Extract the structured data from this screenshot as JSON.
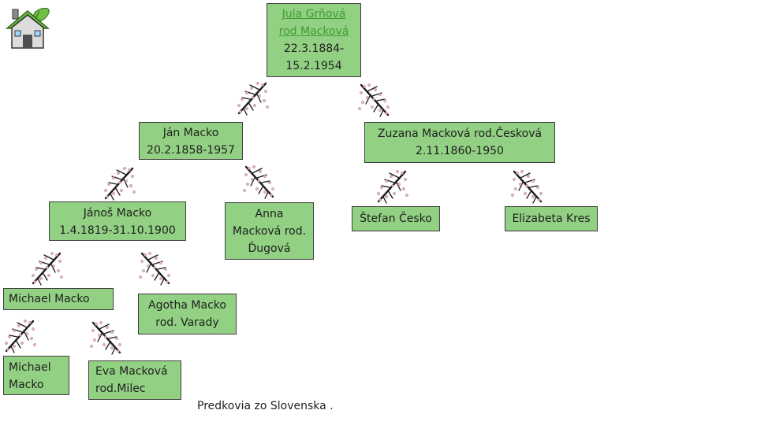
{
  "home": {
    "icon": "home-tree-icon"
  },
  "root": {
    "name_line1": "Jula Grňová",
    "name_line2": " rod Macková",
    "dates_line1": "22.3.1884-",
    "dates_line2": "15.2.1954"
  },
  "jan_macko": {
    "name": "Ján Macko",
    "dates": "20.2.1858-1957"
  },
  "zuzana": {
    "name": "Zuzana Macková rod.Česková",
    "dates": "2.11.1860-1950"
  },
  "janos_macko": {
    "name": "Jánoš Macko",
    "dates": "1.4.1819-31.10.1900"
  },
  "anna": {
    "line1": "Anna",
    "line2": "Macková rod.",
    "line3": "Ďugová"
  },
  "stefan": {
    "name": "Štefan Česko"
  },
  "elizabeta": {
    "name": "Elizabeta Kres"
  },
  "michael1": {
    "name": "Michael Macko"
  },
  "agotha": {
    "line1": "Agotha Macko",
    "line2": "rod. Varady"
  },
  "michael2": {
    "line1": "Michael",
    "line2": "Macko"
  },
  "eva": {
    "line1": "Eva Macková",
    "line2": "rod.Milec"
  },
  "caption": "Predkovia zo Slovenska .",
  "colors": {
    "node_fill": "#92d083",
    "node_border": "#3f3f3f",
    "link": "#3c9e2f",
    "blossom": "#e8b4c0"
  }
}
